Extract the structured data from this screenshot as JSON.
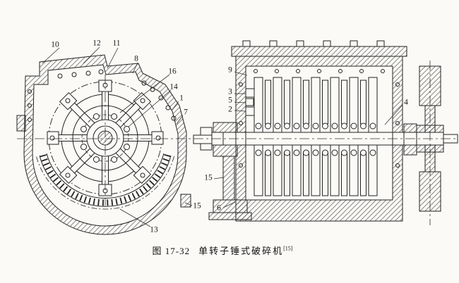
{
  "figure": {
    "caption_label": "图 17-32",
    "caption_title": "单转子锤式破碎机",
    "caption_ref": "[15]"
  },
  "part_labels": {
    "p10": "10",
    "p12": "12",
    "p11": "11",
    "p8": "8",
    "p16": "16",
    "p14": "14",
    "p1": "1",
    "p7": "7",
    "p13": "13",
    "p15a": "15",
    "p9": "9",
    "p3": "3",
    "p5": "5",
    "p2": "2",
    "p4": "4",
    "p15b": "15",
    "p6": "6"
  },
  "colors": {
    "ink": "#222222",
    "paper": "#fbfaf7"
  }
}
